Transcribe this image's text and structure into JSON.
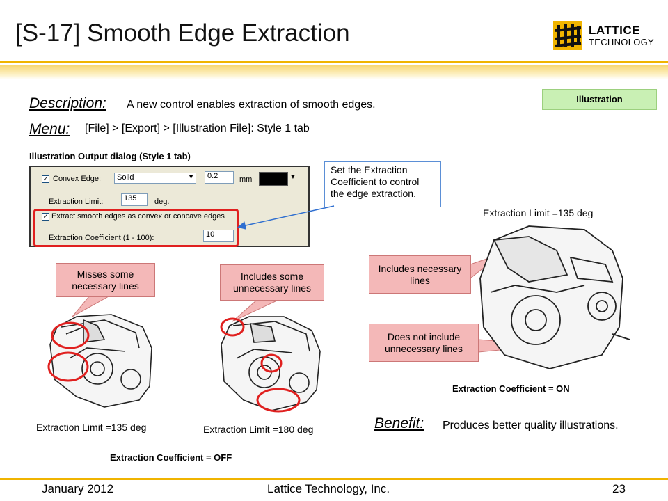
{
  "header": {
    "title": "[S-17] Smooth Edge Extraction",
    "logo_line1": "LATTICE",
    "logo_line2": "TECHNOLOGY",
    "accent_color": "#f0b400"
  },
  "badge": "Illustration",
  "description": {
    "label": "Description:",
    "text": "A new control enables extraction of smooth edges."
  },
  "menu": {
    "label": "Menu:",
    "text": "[File] > [Export] > [Illustration File]: Style 1 tab"
  },
  "dialog": {
    "caption": "Illustration Output dialog (Style 1 tab)",
    "convex_edge_label": "Convex Edge:",
    "convex_edge_value": "Solid",
    "convex_width": "0.2",
    "unit_mm": "mm",
    "extraction_limit_label": "Extraction Limit:",
    "extraction_limit_value": "135",
    "unit_deg": "deg.",
    "smooth_edges_label": "Extract smooth edges as convex or concave edges",
    "coefficient_label": "Extraction Coefficient (1 - 100):",
    "coefficient_value": "10"
  },
  "note": "Set the Extraction Coefficient to control the edge extraction.",
  "callouts": {
    "misses": "Misses some necessary lines",
    "includes_unnecessary": "Includes some unnecessary lines",
    "includes_necessary": "Includes necessary lines",
    "not_unnecessary": "Does not include unnecessary lines"
  },
  "captions": {
    "limit_135_left": "Extraction Limit =135 deg",
    "limit_180": "Extraction Limit =180 deg",
    "limit_135_right": "Extraction Limit =135 deg",
    "coef_off": "Extraction Coefficient = OFF",
    "coef_on": "Extraction Coefficient = ON"
  },
  "benefit": {
    "label": "Benefit:",
    "text": "Produces better quality illustrations."
  },
  "footer": {
    "date": "January 2012",
    "company": "Lattice Technology, Inc.",
    "page": "23"
  }
}
